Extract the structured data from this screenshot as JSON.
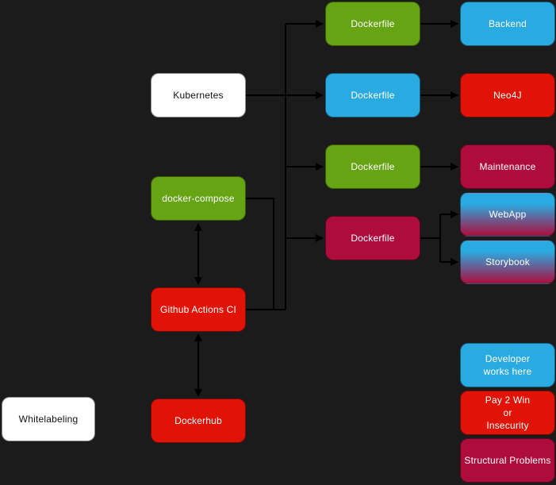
{
  "diagram": {
    "background": "#1b1b1b",
    "colors": {
      "green": "#66a413",
      "blue": "#29abe2",
      "red": "#e11307",
      "crimson": "#ad0c3c",
      "white": "#ffffff",
      "line": "#000000"
    },
    "nodes": {
      "whitelabeling": {
        "label": "Whitelabeling",
        "color": "white"
      },
      "kubernetes": {
        "label": "Kubernetes",
        "color": "white"
      },
      "docker_compose": {
        "label": "docker-compose",
        "color": "green"
      },
      "github_actions": {
        "label": "Github Actions CI",
        "color": "red"
      },
      "dockerhub": {
        "label": "Dockerhub",
        "color": "red"
      },
      "dockerfile_backend": {
        "label": "Dockerfile",
        "color": "green"
      },
      "dockerfile_neo4j": {
        "label": "Dockerfile",
        "color": "blue"
      },
      "dockerfile_maintenance": {
        "label": "Dockerfile",
        "color": "green"
      },
      "dockerfile_webapp": {
        "label": "Dockerfile",
        "color": "crimson"
      },
      "backend": {
        "label": "Backend",
        "color": "blue"
      },
      "neo4j": {
        "label": "Neo4J",
        "color": "red"
      },
      "maintenance": {
        "label": "Maintenance",
        "color": "crimson"
      },
      "webapp": {
        "label": "WebApp",
        "color": "gradient"
      },
      "storybook": {
        "label": "Storybook",
        "color": "gradient"
      }
    },
    "legend": {
      "developer": {
        "label": "Developer\nworks here",
        "color": "blue"
      },
      "pay2win": {
        "label": "Pay 2 Win\nor\nInsecurity",
        "color": "red"
      },
      "structural": {
        "label": "Structural Problems",
        "color": "crimson"
      }
    }
  }
}
